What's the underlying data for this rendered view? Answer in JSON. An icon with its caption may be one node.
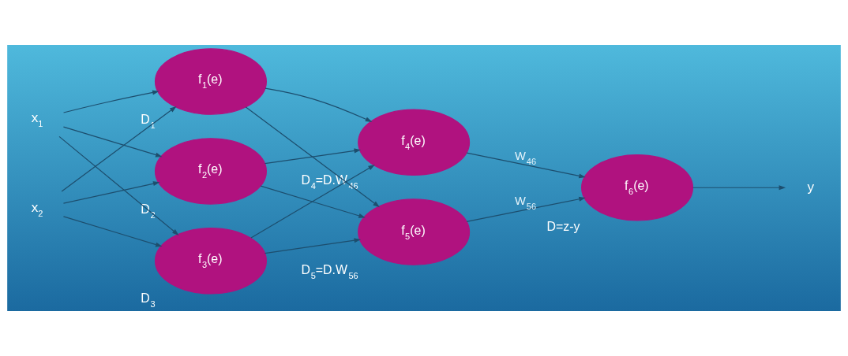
{
  "diagram": {
    "nodes": [
      {
        "text": [
          "x$_{1}$"
        ]
      },
      {
        "text": [
          "x$_{2}$"
        ]
      },
      {
        "text": [
          "f$_{1}$(e)"
        ],
        "beside": [
          "D$_{1}$"
        ]
      },
      {
        "text": [
          "f$_{2}$(e)"
        ],
        "beside": [
          "D$_{2}$"
        ]
      },
      {
        "text": [
          "f$_{3}$(e)"
        ],
        "beside": [
          "D$_{3}$"
        ]
      },
      {
        "text": [
          "f$_{4}$(e)"
        ],
        "beside": [
          "D$_{4}$=D.W$_{46}$"
        ]
      },
      {
        "text": [
          "f$_{5}$(e)"
        ],
        "beside": [
          "D$_{5}$=D.W$_{56}$"
        ]
      },
      {
        "text": [
          "f$_{6}$(e)"
        ],
        "beside": [
          "D=z-y"
        ]
      },
      {
        "text": [
          "y"
        ]
      }
    ],
    "edges": [
      {
        "from": 0,
        "to": 2,
        "arrow": "to"
      },
      {
        "from": 0,
        "to": 3,
        "arrow": "to"
      },
      {
        "from": 0,
        "to": 4,
        "arrow": "to"
      },
      {
        "from": 1,
        "to": 2,
        "arrow": "to"
      },
      {
        "from": 1,
        "to": 3,
        "arrow": "to"
      },
      {
        "from": 1,
        "to": 4,
        "arrow": "to"
      },
      {
        "from": 2,
        "to": 5,
        "arrow": "to"
      },
      {
        "from": 2,
        "to": 6,
        "arrow": "to"
      },
      {
        "from": 3,
        "to": 5,
        "arrow": "to"
      },
      {
        "from": 3,
        "to": 6,
        "arrow": "to"
      },
      {
        "from": 4,
        "to": 5,
        "arrow": "to"
      },
      {
        "from": 4,
        "to": 6,
        "arrow": "to"
      },
      {
        "from": 5,
        "to": 7,
        "arrow": "to",
        "label": "W$_{46}$"
      },
      {
        "from": 6,
        "to": 7,
        "arrow": "to",
        "label": "W$_{56}$"
      },
      {
        "from": 7,
        "to": 8,
        "arrow": "to"
      }
    ]
  }
}
